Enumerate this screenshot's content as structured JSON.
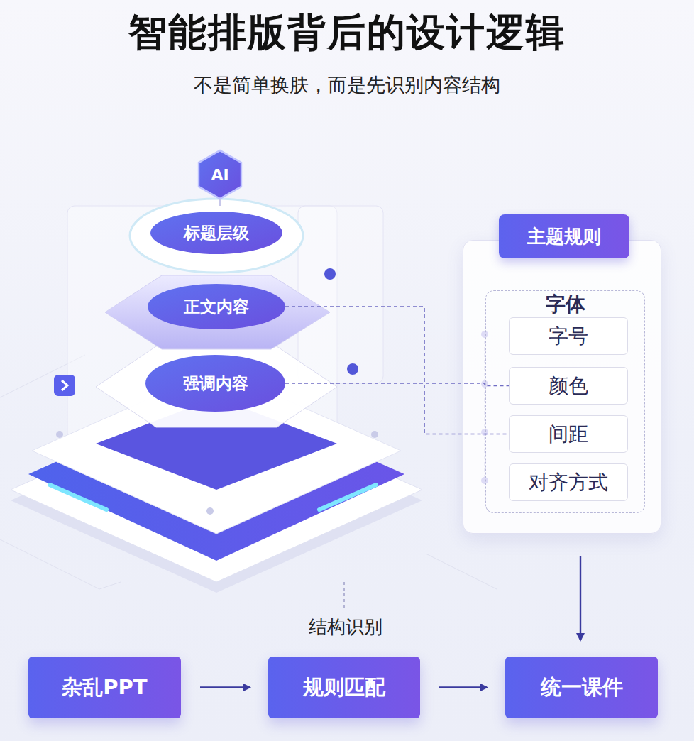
{
  "diagram": {
    "title": "智能排版背后的设计逻辑",
    "nodes": [
      {
        "text": [
          "AI"
        ]
      },
      {
        "text": [
          "标题层级"
        ]
      },
      {
        "text": [
          "正文内容"
        ]
      },
      {
        "text": [
          "强调内容"
        ]
      },
      {
        "text": [
          "主题规则"
        ]
      },
      {
        "text": [
          "字体"
        ],
        "in": 4
      },
      {
        "text": [
          "字号"
        ],
        "in": 5
      },
      {
        "text": [
          "颜色"
        ],
        "in": 5
      },
      {
        "text": [
          "间距"
        ],
        "in": 5
      },
      {
        "text": [
          "对齐方式"
        ],
        "in": 5
      },
      {
        "text": [
          "杂乱PPT"
        ]
      },
      {
        "text": [
          "规则匹配"
        ]
      },
      {
        "text": [
          "统一课件"
        ]
      }
    ],
    "edges": [
      {
        "from": 10,
        "to": 11,
        "arrow": "to"
      },
      {
        "from": 11,
        "to": 12,
        "arrow": "to"
      },
      {
        "from": 4,
        "to": 12,
        "arrow": "to"
      },
      {
        "from": 2,
        "to": 8,
        "arrow": "none"
      },
      {
        "from": 3,
        "to": 7,
        "arrow": "none"
      }
    ],
    "labels": [
      "不是简单换肤，而是先识别内容结构",
      "结构识别"
    ]
  }
}
